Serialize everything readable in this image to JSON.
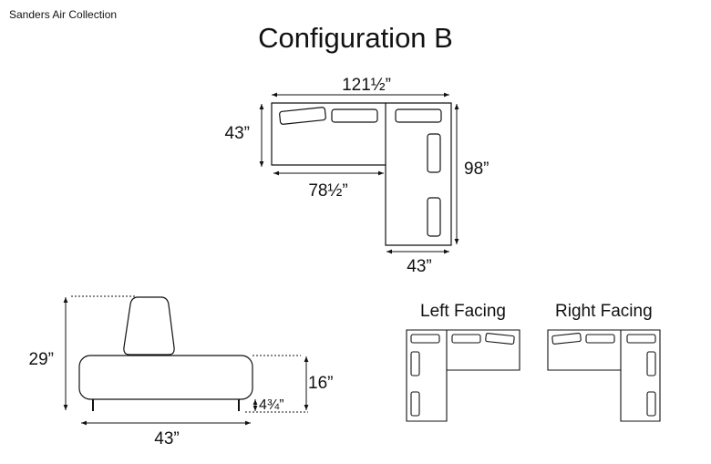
{
  "brand": "Sanders Air Collection",
  "title": "Configuration B",
  "dimensions": {
    "top_width": "121½”",
    "left_depth": "43”",
    "inner_length": "78½”",
    "right_length": "98”",
    "chaise_width": "43”",
    "total_height": "29”",
    "seat_height": "16”",
    "leg_height": "4¾”",
    "side_depth": "43”"
  },
  "facing": {
    "left": "Left Facing",
    "right": "Right Facing"
  }
}
